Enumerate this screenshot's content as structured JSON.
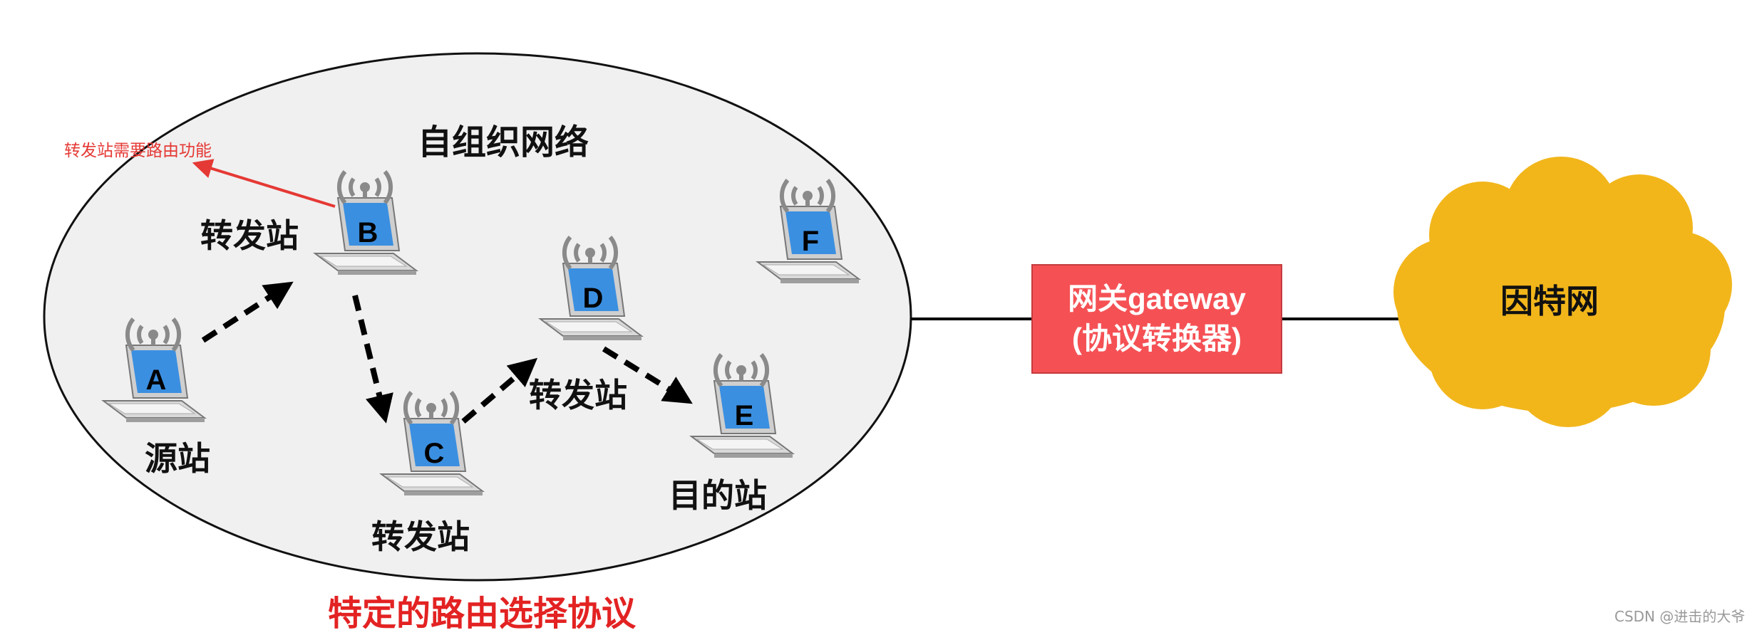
{
  "network_title": "自组织网络",
  "annotation": "转发站需要路由功能",
  "nodes": [
    {
      "letter": "A",
      "role": "源站"
    },
    {
      "letter": "B",
      "role": "转发站"
    },
    {
      "letter": "C",
      "role": "转发站"
    },
    {
      "letter": "D",
      "role": "转发站"
    },
    {
      "letter": "E",
      "role": "目的站"
    },
    {
      "letter": "F",
      "role": ""
    }
  ],
  "gateway": {
    "line1": "网关gateway",
    "line2": "(协议转换器)"
  },
  "internet": "因特网",
  "protocol_caption": "特定的路由选择协议",
  "watermark": "CSDN @进击的大爷",
  "colors": {
    "ellipse_fill": "#f0f0f0",
    "gateway_fill": "#f55155",
    "cloud_fill": "#f2b61b",
    "annotation_red": "#e53935",
    "screen_blue": "#3b8fe0"
  }
}
